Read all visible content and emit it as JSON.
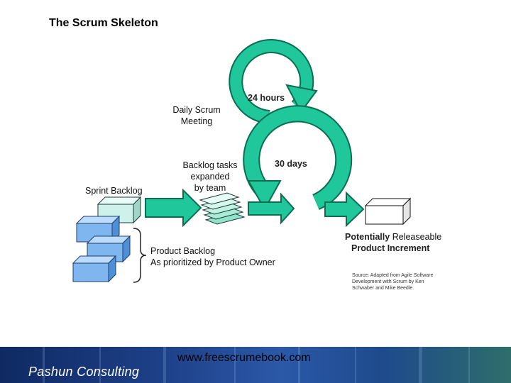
{
  "title": "The Scrum Skeleton",
  "labels": {
    "daily_scrum_line1": "Daily Scrum",
    "daily_scrum_line2": "Meeting",
    "hours": "24 hours",
    "days": "30 days",
    "tasks_line1": "Backlog tasks",
    "tasks_line2": "expanded",
    "tasks_line3": "by team",
    "sprint_backlog": "Sprint Backlog",
    "product_backlog_line1": "Product Backlog",
    "product_backlog_line2": "As prioritized by Product Owner",
    "increment_line1_a": "Potentially",
    "increment_line1_b": "Releaseable",
    "increment_line2": "Product Increment"
  },
  "source": {
    "line1": "Source: Adapted from Agile Software",
    "line2": "Development with Scrum by Ken",
    "line3": "Schwaber and Mike Beedle."
  },
  "footer": {
    "url": "www.freescrumebook.com",
    "brand": "Pashun Consulting"
  },
  "colors": {
    "teal": "#1fc79a",
    "teal_dark": "#0a6e52",
    "box_blue": "#7fb6ef",
    "box_light": "#cdf2ea"
  }
}
